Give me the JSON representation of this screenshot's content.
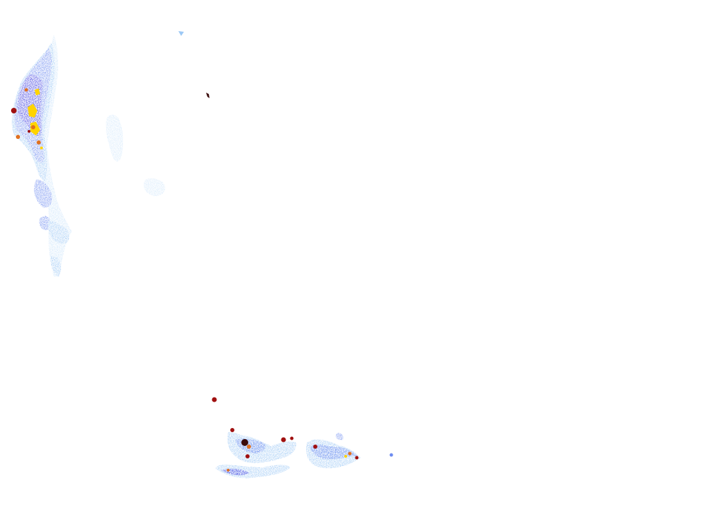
{
  "radar": {
    "background": "#ffffff",
    "palette": {
      "very_light": "#cfe6fb",
      "light": "#9cc8f5",
      "mid": "#6e8cf0",
      "strong": "#3c3ce0",
      "heavy": "#ffd400",
      "intense": "#e07020",
      "extreme": "#a01010",
      "core": "#3a0a0a"
    },
    "echo_regions": [
      "northwest-band",
      "faint-central-patch",
      "small-north-cell",
      "southern-cluster"
    ]
  }
}
